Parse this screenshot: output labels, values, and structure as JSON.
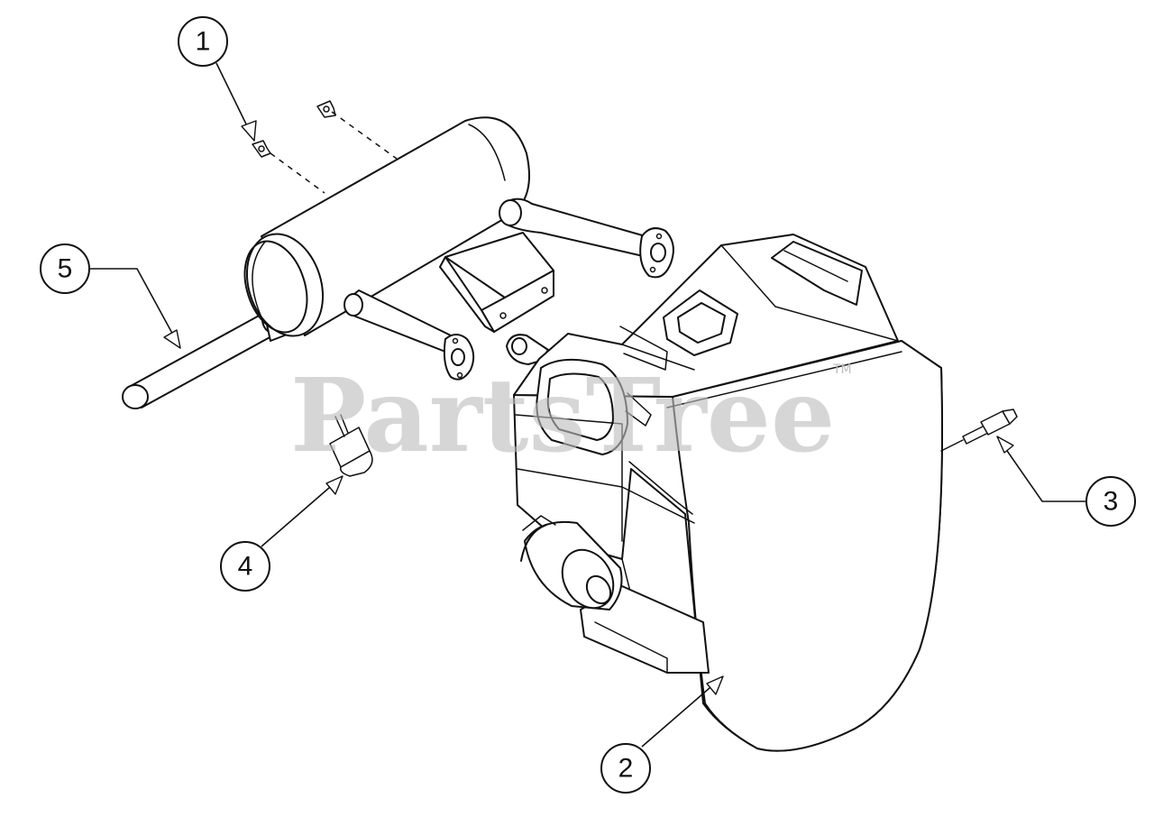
{
  "watermark": {
    "text": "PartsTree",
    "trademark": "TM"
  },
  "callouts": [
    {
      "id": "callout-1",
      "label": "1"
    },
    {
      "id": "callout-2",
      "label": "2"
    },
    {
      "id": "callout-3",
      "label": "3"
    },
    {
      "id": "callout-4",
      "label": "4"
    },
    {
      "id": "callout-5",
      "label": "5"
    }
  ]
}
